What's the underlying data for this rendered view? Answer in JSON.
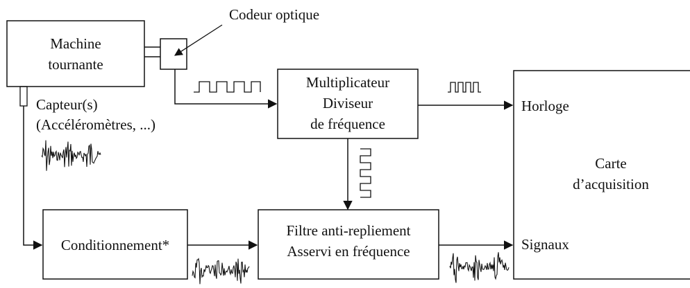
{
  "codeur": "Codeur optique",
  "machine": [
    "Machine",
    "tournante"
  ],
  "capteur": [
    "Capteur(s)",
    "(Accéléromètres, ...)"
  ],
  "multiplicateur": [
    "Multiplicateur",
    "Diviseur",
    "de fréquence"
  ],
  "horloge": "Horloge",
  "carte": [
    "Carte",
    "d’acquisition"
  ],
  "signaux": "Signaux",
  "conditionnement": "Conditionnement*",
  "filtre": [
    "Filtre anti-repliement",
    "Asservi en fréquence"
  ],
  "colors": {
    "line": "#111111",
    "background": "#ffffff"
  }
}
